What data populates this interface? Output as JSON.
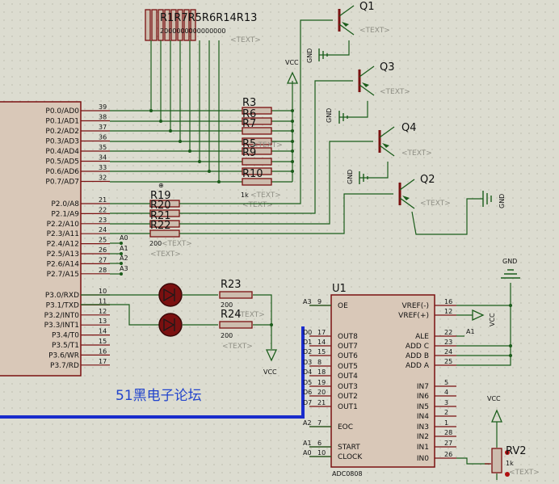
{
  "watermark": "51黑电子论坛",
  "mcu": {
    "p0_pins": [
      {
        "label": "P0.0/AD0",
        "num": "39"
      },
      {
        "label": "P0.1/AD1",
        "num": "38"
      },
      {
        "label": "P0.2/AD2",
        "num": "37"
      },
      {
        "label": "P0.3/AD3",
        "num": "36"
      },
      {
        "label": "P0.4/AD4",
        "num": "35"
      },
      {
        "label": "P0.5/AD5",
        "num": "34"
      },
      {
        "label": "P0.6/AD6",
        "num": "33"
      },
      {
        "label": "P0.7/AD7",
        "num": "32"
      }
    ],
    "p2_pins": [
      {
        "label": "P2.0/A8",
        "num": "21"
      },
      {
        "label": "P2.1/A9",
        "num": "22"
      },
      {
        "label": "P2.2/A10",
        "num": "23"
      },
      {
        "label": "P2.3/A11",
        "num": "24"
      },
      {
        "label": "P2.4/A12",
        "num": "25"
      },
      {
        "label": "P2.5/A13",
        "num": "26"
      },
      {
        "label": "P2.6/A14",
        "num": "27"
      },
      {
        "label": "P2.7/A15",
        "num": "28"
      }
    ],
    "p3_pins": [
      {
        "label": "P3.0/RXD",
        "num": "10"
      },
      {
        "label": "P3.1/TXD",
        "num": "11"
      },
      {
        "label": "P3.2/INT0",
        "num": "12"
      },
      {
        "label": "P3.3/INT1",
        "num": "13"
      },
      {
        "label": "P3.4/T0",
        "num": "14"
      },
      {
        "label": "P3.5/T1",
        "num": "15"
      },
      {
        "label": "P3.6/WR",
        "num": "16"
      },
      {
        "label": "P3.7/RD",
        "num": "17"
      }
    ],
    "p2_net_labels": [
      "A0",
      "A1",
      "A2",
      "A3"
    ]
  },
  "resistor_pack_top": {
    "refs": "R1R7R5R6R14R13",
    "value": "2000000000000000",
    "text": "<TEXT>"
  },
  "resistors_p0": {
    "refs": [
      "R3",
      "R6",
      "R7",
      "R5",
      "R9",
      "R10"
    ],
    "value": "1k",
    "text": "<TEXT>"
  },
  "resistors_p2": {
    "refs": [
      "R19",
      "R20",
      "R21",
      "R22"
    ],
    "value": "200",
    "text": "<TEXT>"
  },
  "transistors": [
    {
      "ref": "Q1",
      "text": "<TEXT>"
    },
    {
      "ref": "Q3",
      "text": "<TEXT>"
    },
    {
      "ref": "Q4",
      "text": "<TEXT>"
    },
    {
      "ref": "Q2",
      "text": "<TEXT>"
    }
  ],
  "power_labels": {
    "gnd": "GND",
    "vcc": "VCC"
  },
  "leds": [
    {
      "ref": "R23",
      "value": "200",
      "text": "<TEXT>"
    },
    {
      "ref": "R24",
      "value": "200",
      "text": "<TEXT>"
    }
  ],
  "adc": {
    "ref": "U1",
    "part": "ADC0808",
    "left_pins": [
      {
        "label": "OE",
        "num": "9",
        "net": "A3"
      },
      {
        "label": "OUT8",
        "num": "17",
        "net": "D0"
      },
      {
        "label": "OUT7",
        "num": "14",
        "net": "D1"
      },
      {
        "label": "OUT6",
        "num": "15",
        "net": "D2"
      },
      {
        "label": "OUT5",
        "num": "8",
        "net": "D3"
      },
      {
        "label": "OUT4",
        "num": "18",
        "net": "D4"
      },
      {
        "label": "OUT3",
        "num": "19",
        "net": "D5"
      },
      {
        "label": "OUT2",
        "num": "20",
        "net": "D6"
      },
      {
        "label": "OUT1",
        "num": "21",
        "net": "D7"
      },
      {
        "label": "EOC",
        "num": "7",
        "net": "A2"
      },
      {
        "label": "START",
        "num": "6",
        "net": "A1"
      },
      {
        "label": "CLOCK",
        "num": "10",
        "net": "A0"
      }
    ],
    "right_pins": [
      {
        "label": "VREF(-)",
        "num": "16"
      },
      {
        "label": "VREF(+)",
        "num": "12"
      },
      {
        "label": "ALE",
        "num": "22"
      },
      {
        "label": "ADD C",
        "num": "23"
      },
      {
        "label": "ADD B",
        "num": "24"
      },
      {
        "label": "ADD A",
        "num": "25"
      },
      {
        "label": "IN7",
        "num": "5"
      },
      {
        "label": "IN6",
        "num": "4"
      },
      {
        "label": "IN5",
        "num": "3"
      },
      {
        "label": "IN4",
        "num": "2"
      },
      {
        "label": "IN3",
        "num": "1"
      },
      {
        "label": "IN2",
        "num": "28"
      },
      {
        "label": "IN1",
        "num": "27"
      },
      {
        "label": "IN0",
        "num": "26"
      }
    ],
    "ale_net": "A1"
  },
  "pot": {
    "ref": "RV2",
    "value": "1k",
    "text": "<TEXT>"
  }
}
